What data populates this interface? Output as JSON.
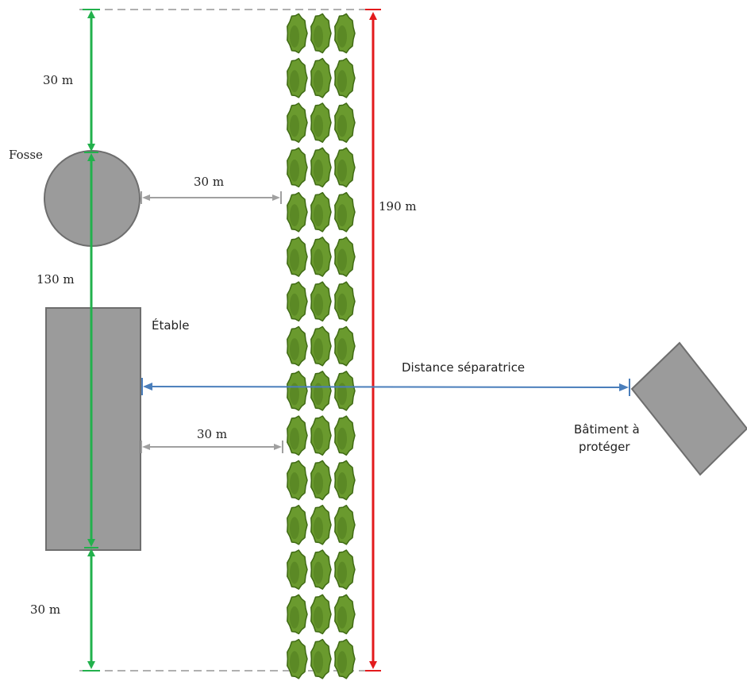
{
  "labels": {
    "top_30m": "30 m",
    "fosse": "Fosse",
    "fosse_hedge_30m": "30 m",
    "m130": "130 m",
    "m190": "190 m",
    "etable": "Étable",
    "distance": "Distance séparatrice",
    "etable_hedge_30m": "30 m",
    "batiment_line1": "Bâtiment à",
    "batiment_line2": "protéger",
    "bottom_30m": "30 m"
  },
  "colors": {
    "green_arrow": "#22b14c",
    "red_arrow": "#e31a1c",
    "blue_arrow": "#4a7ebb",
    "gray_arrow": "#a0a0a0",
    "building_fill": "#9b9b9b",
    "building_stroke": "#6e6e6e",
    "tree_fill": "#6a9a2e",
    "tree_dark": "#3f6a14",
    "dashed_line": "#b0b0b0"
  },
  "hedge": {
    "columns": 3,
    "rows": 15
  }
}
